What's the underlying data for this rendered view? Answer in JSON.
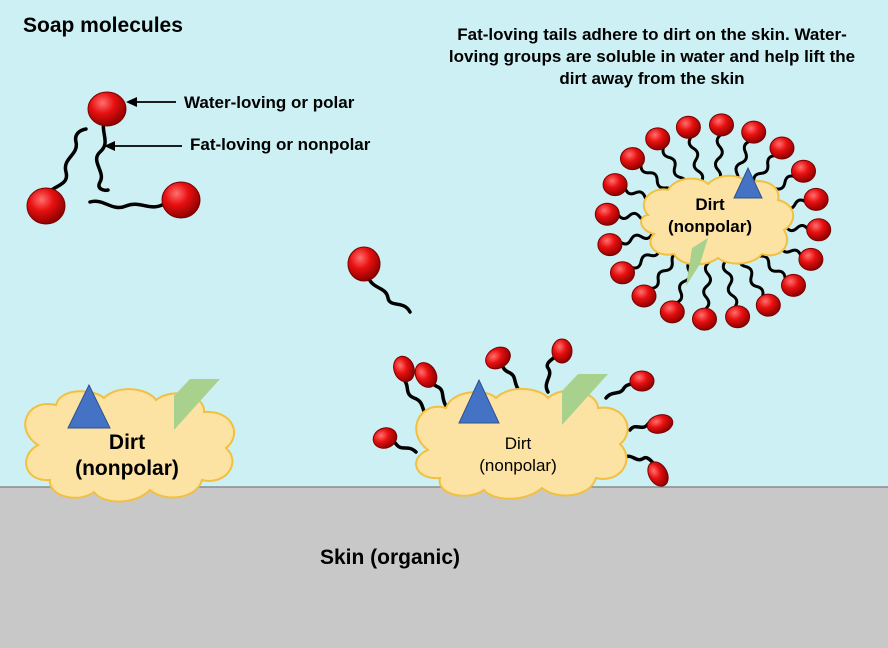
{
  "title": "Soap molecules",
  "caption": "Fat-loving tails adhere to dirt on the skin. Water-loving groups are soluble in water and help lift the dirt away from the skin",
  "labels": {
    "polar_head": "Water-loving or polar",
    "nonpolar_tail": "Fat-loving or nonpolar",
    "skin": "Skin (organic)"
  },
  "dirt": {
    "plain": {
      "line1": "Dirt",
      "line2": "(nonpolar)"
    },
    "partial": {
      "line1": "Dirt",
      "line2": "(nonpolar)"
    },
    "micelle": {
      "line1": "Dirt",
      "line2": "(nonpolar)"
    }
  },
  "colors": {
    "water": "#ccf0f3",
    "skin": "#c8c8c8",
    "dirt_fill": "#fde3a3",
    "dirt_outline": "#f2c040",
    "head": "#e81010",
    "tail": "#000000",
    "triangle": "#4472c4",
    "shard": "#a9d18e"
  }
}
